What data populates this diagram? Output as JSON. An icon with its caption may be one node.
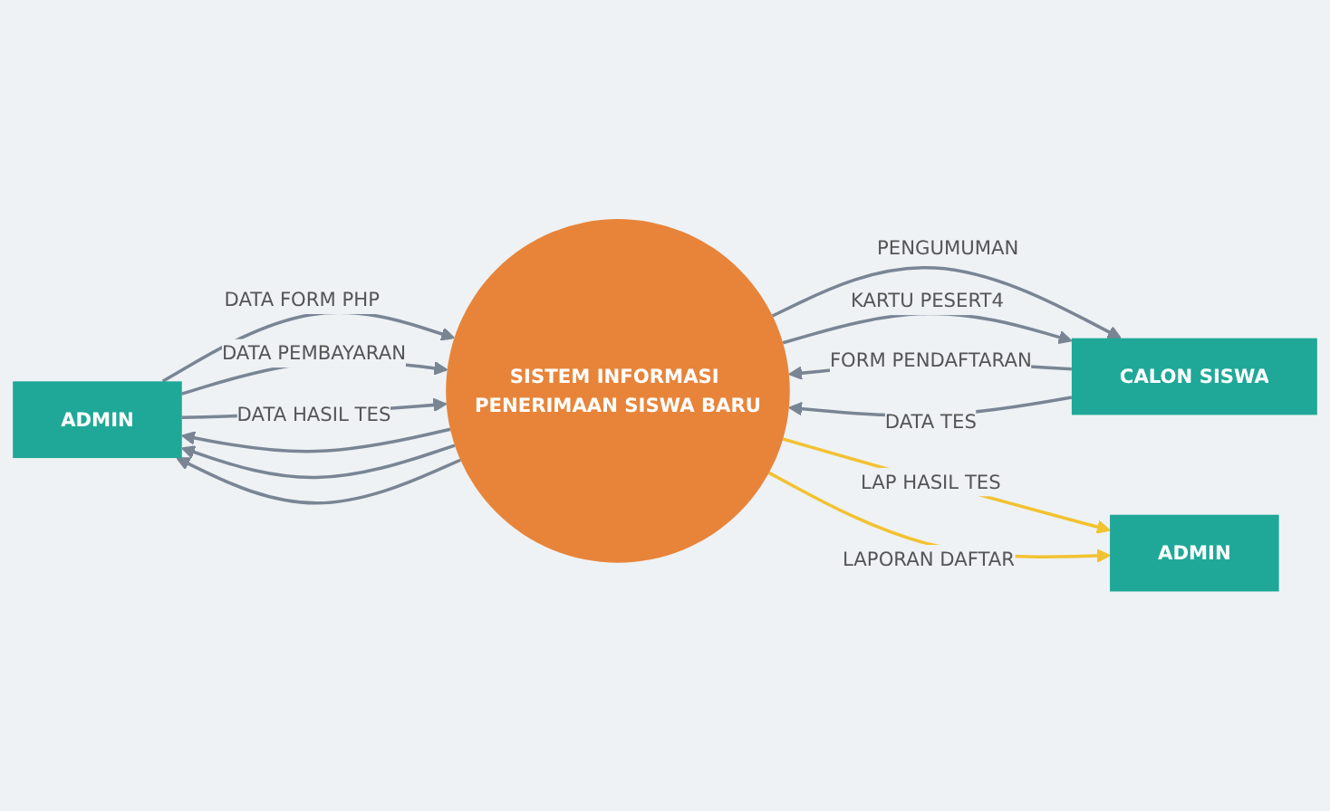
{
  "diagram": {
    "nodes": [
      {
        "text": [
          "ADMIN"
        ]
      },
      {
        "text": [
          "SISTEM INFORMASI PENERIMAAN SISWA BARU"
        ]
      },
      {
        "text": [
          "CALON SISWA"
        ]
      },
      {
        "text": [
          "ADMIN"
        ]
      }
    ],
    "edges": [
      {
        "from": 0,
        "to": 1,
        "arrow": "to",
        "label": "DATA FORM PHP"
      },
      {
        "from": 0,
        "to": 1,
        "arrow": "to",
        "label": "DATA PEMBAYARAN"
      },
      {
        "from": 0,
        "to": 1,
        "arrow": "to",
        "label": "DATA HASIL TES"
      },
      {
        "from": 2,
        "to": 1,
        "arrow": "to",
        "label": "FORM PENDAFTARAN"
      },
      {
        "from": 2,
        "to": 1,
        "arrow": "to",
        "label": "DATA TES"
      },
      {
        "from": 1,
        "to": 0,
        "arrow": "to"
      },
      {
        "from": 1,
        "to": 0,
        "arrow": "to"
      },
      {
        "from": 1,
        "to": 0,
        "arrow": "to"
      },
      {
        "from": 1,
        "to": 2,
        "arrow": "to",
        "label": "PENGUMUMAN"
      },
      {
        "from": 1,
        "to": 2,
        "arrow": "to",
        "label": "KARTU PESERT4"
      },
      {
        "from": 1,
        "to": 3,
        "arrow": "to",
        "label": "LAP HASIL TES",
        "color": "#f2c230"
      },
      {
        "from": 1,
        "to": 3,
        "arrow": "to",
        "label": "LAPORAN DAFTAR",
        "color": "#f2c230"
      }
    ]
  }
}
